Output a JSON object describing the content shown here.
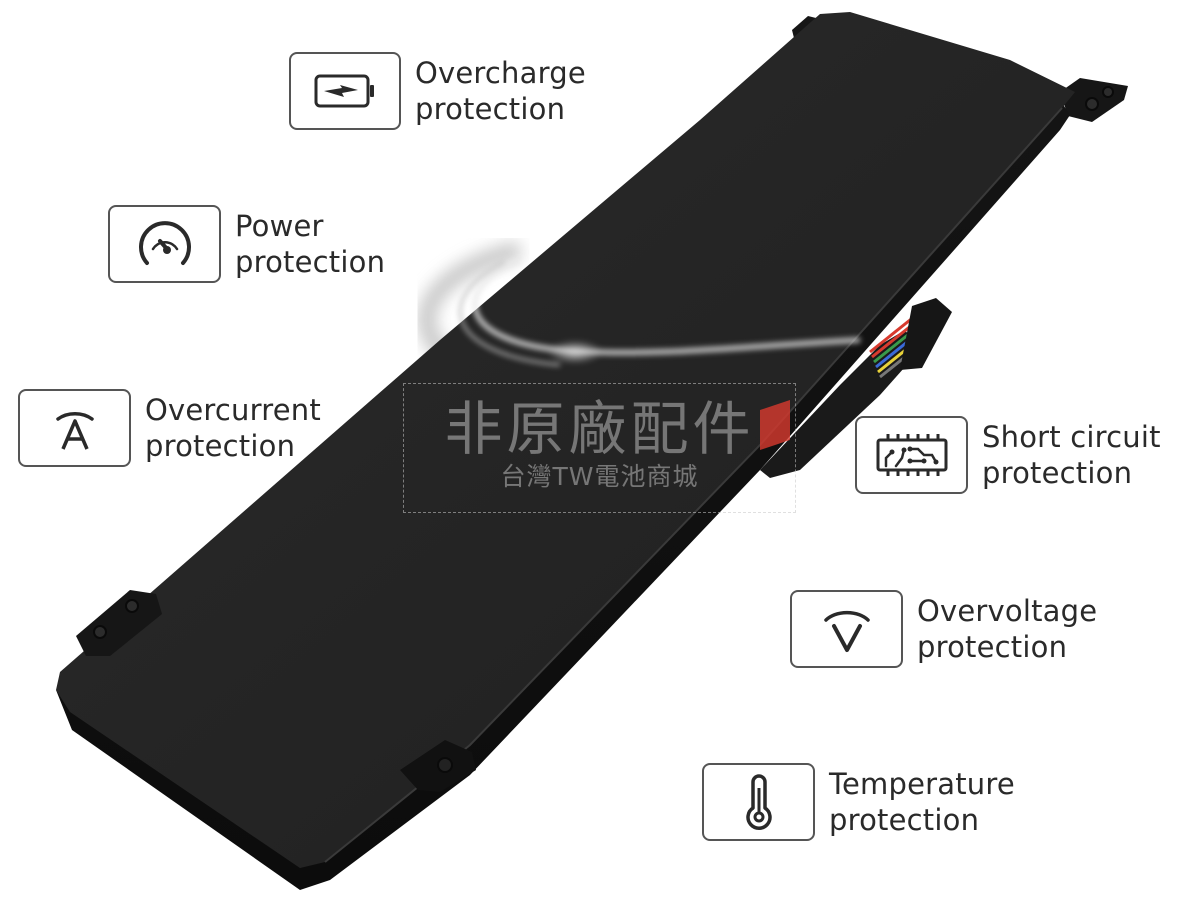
{
  "features": [
    {
      "id": "overcharge",
      "icon": "battery-charging-icon",
      "line1": "Overcharge",
      "line2": "protection"
    },
    {
      "id": "power",
      "icon": "gauge-icon",
      "line1": "Power",
      "line2": "protection"
    },
    {
      "id": "overcurrent",
      "icon": "ampere-icon",
      "line1": "Overcurrent",
      "line2": "protection"
    },
    {
      "id": "short-circuit",
      "icon": "circuit-board-icon",
      "line1": "Short circuit",
      "line2": "protection"
    },
    {
      "id": "overvoltage",
      "icon": "voltage-icon",
      "line1": "Overvoltage",
      "line2": "protection"
    },
    {
      "id": "temperature",
      "icon": "thermometer-icon",
      "line1": "Temperature",
      "line2": "protection"
    }
  ],
  "watermark": {
    "main": "非原廠配件",
    "sub": "台灣TW電池商城"
  },
  "product": {
    "type": "laptop battery",
    "color": "#222222",
    "cable_colors": [
      "#d83a2e",
      "#3a9a4a",
      "#3a6ad8",
      "#e8d23a",
      "#eeeeee",
      "#555555"
    ]
  }
}
